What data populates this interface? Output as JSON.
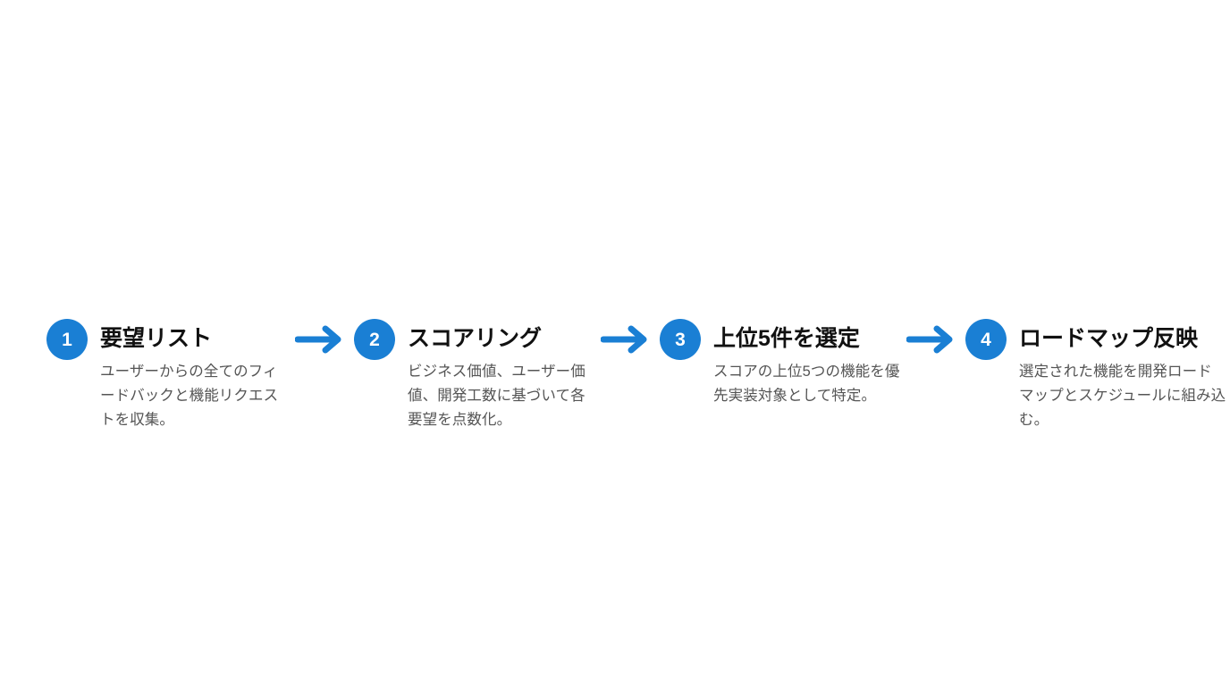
{
  "diagram": {
    "type": "process-flow",
    "orientation": "horizontal",
    "background_color": "#ffffff",
    "accent_color": "#1a7fd4",
    "title_color": "#111111",
    "description_color": "#555555",
    "badge_text_color": "#ffffff",
    "arrow_icon": "arrow-right-icon",
    "steps": [
      {
        "number": "1",
        "title": "要望リスト",
        "description": "ユーザーからの全てのフィードバックと機能リクエストを収集。"
      },
      {
        "number": "2",
        "title": "スコアリング",
        "description": "ビジネス価値、ユーザー価値、開発工数に基づいて各要望を点数化。"
      },
      {
        "number": "3",
        "title": "上位5件を選定",
        "description": "スコアの上位5つの機能を優先実装対象として特定。"
      },
      {
        "number": "4",
        "title": "ロードマップ反映",
        "description": "選定された機能を開発ロードマップとスケジュールに組み込む。"
      }
    ]
  }
}
